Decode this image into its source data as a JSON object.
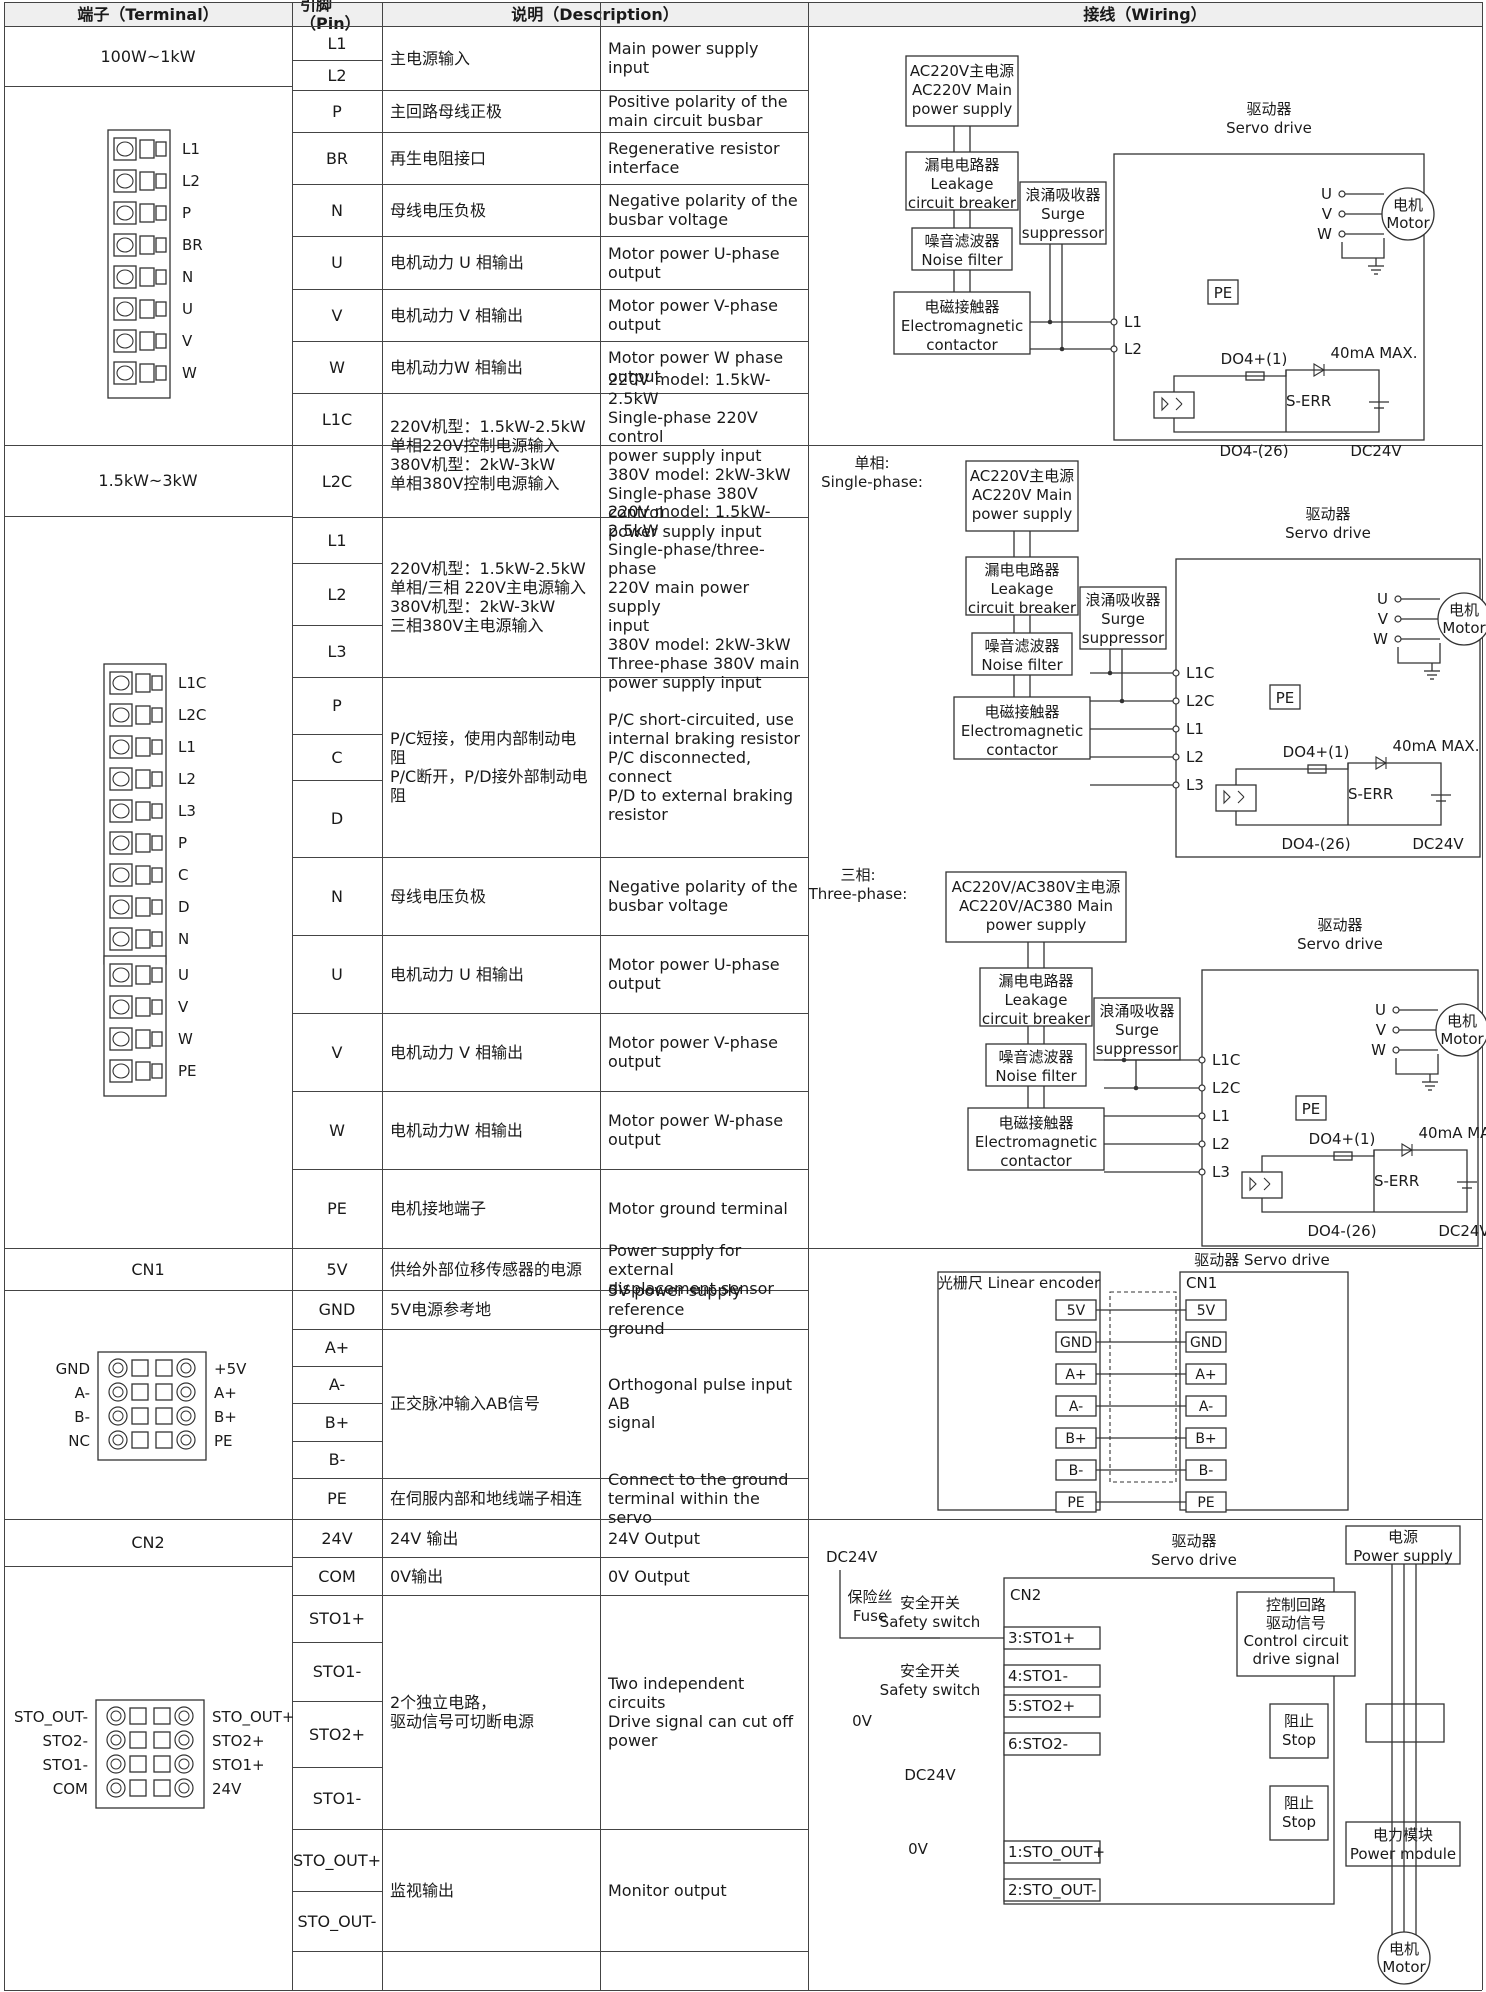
{
  "header": {
    "terminal": "端子（Terminal）",
    "pin": "引脚（Pin）",
    "description": "说明（Description）",
    "wiring": "接线（Wiring）"
  },
  "groups": [
    {
      "terminal": "100W~1kW",
      "connector_pins": [
        "L1",
        "L2",
        "P",
        "BR",
        "N",
        "U",
        "V",
        "W"
      ]
    },
    {
      "terminal": "1.5kW~3kW",
      "connector_pins": [
        "L1C",
        "L2C",
        "L1",
        "L2",
        "L3",
        "P",
        "C",
        "D",
        "N",
        "U",
        "V",
        "W",
        "PE"
      ]
    },
    {
      "terminal": "CN1",
      "left_labels": [
        "GND",
        "A-",
        "B-",
        "NC"
      ],
      "right_labels": [
        "+5V",
        "A+",
        "B+",
        "PE"
      ]
    },
    {
      "terminal": "CN2",
      "left_labels": [
        "STO_OUT-",
        "STO2-",
        "STO1-",
        "COM"
      ],
      "right_labels": [
        "STO_OUT+",
        "STO2+",
        "STO1+",
        "24V"
      ]
    }
  ],
  "rows": [
    {
      "pins": [
        "L1",
        "L2"
      ],
      "cn": "主电源输入",
      "en": "Main power supply input"
    },
    {
      "pins": [
        "P"
      ],
      "cn": "主回路母线正极",
      "en": "Positive polarity of the\nmain circuit busbar"
    },
    {
      "pins": [
        "BR"
      ],
      "cn": "再生电阻接口",
      "en": "Regenerative resistor\ninterface"
    },
    {
      "pins": [
        "N"
      ],
      "cn": "母线电压负极",
      "en": "Negative polarity of the\nbusbar voltage"
    },
    {
      "pins": [
        "U"
      ],
      "cn": "电机动力 U 相输出",
      "en": "Motor power U-phase\noutput"
    },
    {
      "pins": [
        "V"
      ],
      "cn": "电机动力 V 相输出",
      "en": "Motor power V-phase\noutput"
    },
    {
      "pins": [
        "W"
      ],
      "cn": "电机动力W 相输出",
      "en": "Motor power W phase\noutput"
    },
    {
      "pins": [
        "L1C",
        "L2C"
      ],
      "cn": "220V机型：1.5kW-2.5kW\n单相220V控制电源输入\n380V机型：2kW-3kW\n单相380V控制电源输入",
      "en": "220V model: 1.5kW-2.5kW\nSingle-phase 220V control\npower supply input\n380V model: 2kW-3kW\nSingle-phase 380V control\npower supply input"
    },
    {
      "pins": [
        "L1",
        "L2",
        "L3"
      ],
      "cn": "220V机型：1.5kW-2.5kW\n单相/三相 220V主电源输入\n380V机型：2kW-3kW\n三相380V主电源输入",
      "en": "220V model: 1.5kW-2.5kW\nSingle-phase/three-phase\n220V main power supply\ninput\n380V model: 2kW-3kW\nThree-phase 380V main\npower supply input"
    },
    {
      "pins": [
        "P",
        "C",
        "D"
      ],
      "cn": "P/C短接，使用内部制动电阻\nP/C断开，P/D接外部制动电\n阻",
      "en": "P/C short-circuited, use\ninternal braking resistor\nP/C disconnected, connect\nP/D to external braking\nresistor"
    },
    {
      "pins": [
        "N"
      ],
      "cn": "母线电压负极",
      "en": "Negative polarity of the\nbusbar voltage"
    },
    {
      "pins": [
        "U"
      ],
      "cn": "电机动力 U 相输出",
      "en": "Motor power U-phase\noutput"
    },
    {
      "pins": [
        "V"
      ],
      "cn": "电机动力 V 相输出",
      "en": "Motor power V-phase\noutput"
    },
    {
      "pins": [
        "W"
      ],
      "cn": "电机动力W 相输出",
      "en": "Motor power W-phase\noutput"
    },
    {
      "pins": [
        "PE"
      ],
      "cn": "电机接地端子",
      "en": "Motor ground terminal"
    },
    {
      "pins": [
        "5V"
      ],
      "cn": "供给外部位移传感器的电源",
      "en": "Power supply for external\ndisplacement sensor"
    },
    {
      "pins": [
        "GND"
      ],
      "cn": "5V电源参考地",
      "en": "5V power supply reference\nground"
    },
    {
      "pins": [
        "A+",
        "A-",
        "B+",
        "B-"
      ],
      "cn": "正交脉冲输入AB信号",
      "en": "Orthogonal pulse input AB\nsignal"
    },
    {
      "pins": [
        "PE"
      ],
      "cn": "在伺服内部和地线端子相连",
      "en": "Connect to the ground\nterminal within the servo"
    },
    {
      "pins": [
        "24V"
      ],
      "cn": "24V 输出",
      "en": "24V Output"
    },
    {
      "pins": [
        "COM"
      ],
      "cn": "0V输出",
      "en": "0V Output"
    },
    {
      "pins": [
        "STO1+",
        "STO1-",
        "STO2+",
        "STO1-"
      ],
      "cn": "2个独立电路，\n驱动信号可切断电源",
      "en": "Two independent circuits\nDrive signal can cut off\npower"
    },
    {
      "pins": [
        "STO_OUT+",
        "STO_OUT-"
      ],
      "cn": "监视输出",
      "en": "Monitor output"
    }
  ],
  "wiring": {
    "main_supply": "AC220V主电源\nAC220V Main\npower supply",
    "main_supply_3ph": "AC220V/AC380V主电源\nAC220V/AC380 Main\npower supply",
    "single_phase": "单相:\nSingle-phase:",
    "three_phase": "三相:\nThree-phase:",
    "breaker": "漏电电路器\nLeakage\ncircuit breaker",
    "surge": "浪涌吸收器\nSurge\nsuppressor",
    "noise": "噪音滤波器\nNoise filter",
    "contactor": "电磁接触器\nElectromagnetic\ncontactor",
    "servo_drive": "驱动器\nServo drive",
    "motor": "电机\nMotor",
    "pe": "PE",
    "do4p": "DO4+(1)",
    "do4n": "DO4-(26)",
    "ma": "40mA MAX.",
    "serr": "S-ERR",
    "dc24v": "DC24V",
    "uvw": [
      "U",
      "V",
      "W"
    ],
    "l_main": [
      "L1",
      "L2"
    ],
    "l_big": [
      "L1C",
      "L2C",
      "L1",
      "L2",
      "L3"
    ],
    "cn1_title": "驱动器 Servo drive",
    "encoder": "光栅尺 Linear encoder",
    "cn1": "CN1",
    "cn1_sig": [
      "5V",
      "GND",
      "A+",
      "A-",
      "B+",
      "B-",
      "PE"
    ],
    "cn2_drive": "驱动器\nServo drive",
    "cn2_power": "电源\nPower supply",
    "cn2": "CN2",
    "fuse": "保险丝\nFuse",
    "safety_switch": "安全开关\nSafety switch",
    "sto_pins": [
      "3:STO1+",
      "4:STO1-",
      "5:STO2+",
      "6:STO2-",
      "1:STO_OUT+",
      "2:STO_OUT-"
    ],
    "zero_v": "0V",
    "control": "控制回路\n驱动信号\nControl circuit\ndrive signal",
    "stop": "阻止\nStop",
    "power_module": "电力模块\nPower module"
  }
}
